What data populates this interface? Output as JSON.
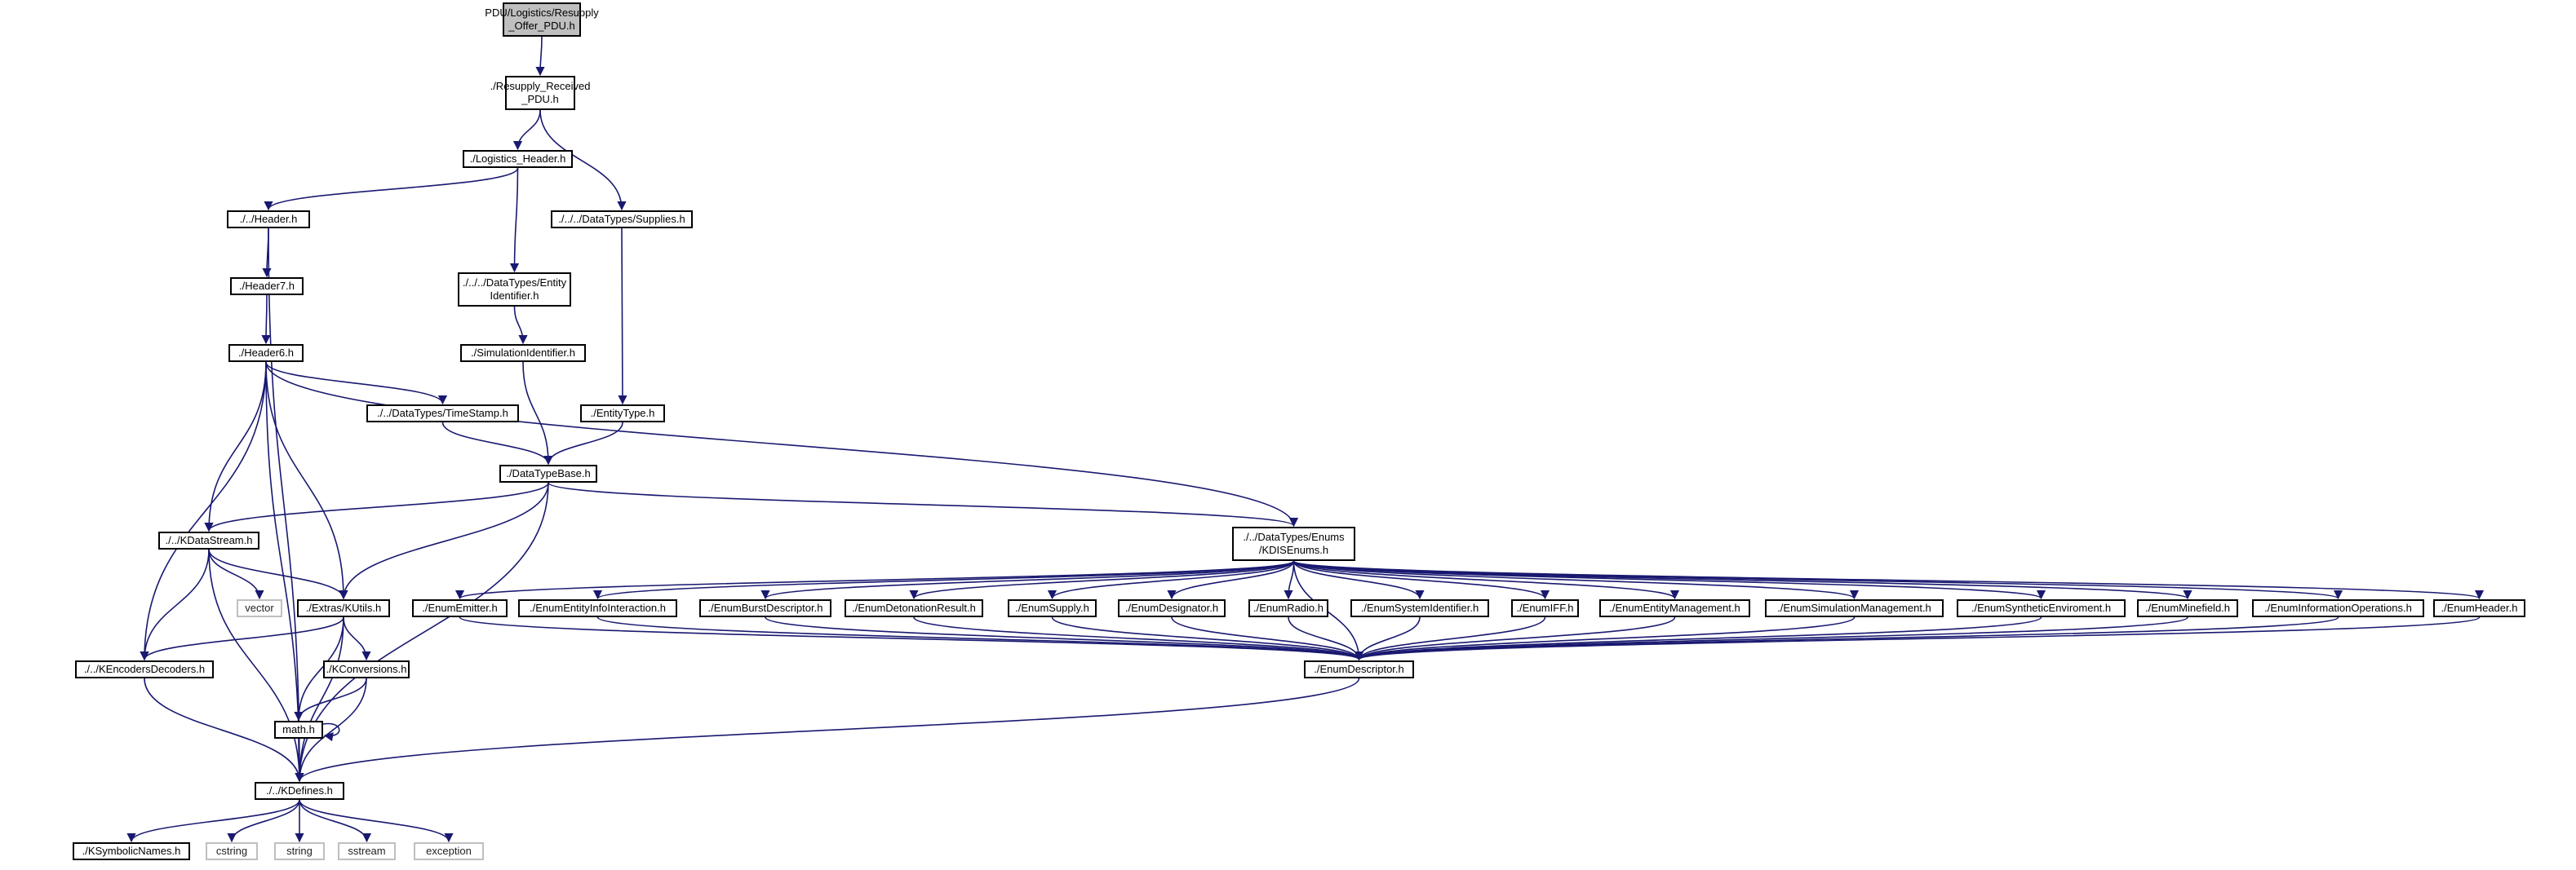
{
  "diagram": {
    "edge_color": "#191970",
    "nodes": [
      {
        "id": "n_root",
        "label": "PDU/Logistics/Resupply\n_Offer_PDU.h",
        "kind": "root"
      },
      {
        "id": "n_recv",
        "label": "./Resupply_Received\n_PDU.h",
        "kind": "file"
      },
      {
        "id": "n_loghdr",
        "label": "./Logistics_Header.h",
        "kind": "file"
      },
      {
        "id": "n_header",
        "label": "./../Header.h",
        "kind": "file"
      },
      {
        "id": "n_supplies",
        "label": "./../../DataTypes/Supplies.h",
        "kind": "file"
      },
      {
        "id": "n_header7",
        "label": "./Header7.h",
        "kind": "file"
      },
      {
        "id": "n_entityid",
        "label": "./../../DataTypes/Entity\nIdentifier.h",
        "kind": "file"
      },
      {
        "id": "n_header6",
        "label": "./Header6.h",
        "kind": "file"
      },
      {
        "id": "n_simid",
        "label": "./SimulationIdentifier.h",
        "kind": "file"
      },
      {
        "id": "n_timestamp",
        "label": "./../DataTypes/TimeStamp.h",
        "kind": "file"
      },
      {
        "id": "n_entitytype",
        "label": "./EntityType.h",
        "kind": "file"
      },
      {
        "id": "n_dtbase",
        "label": "./DataTypeBase.h",
        "kind": "file"
      },
      {
        "id": "n_kdatastream",
        "label": "./../KDataStream.h",
        "kind": "file"
      },
      {
        "id": "n_enums",
        "label": "./../DataTypes/Enums\n/KDISEnums.h",
        "kind": "file"
      },
      {
        "id": "n_vector",
        "label": "vector",
        "kind": "system"
      },
      {
        "id": "n_kutils",
        "label": "./Extras/KUtils.h",
        "kind": "file"
      },
      {
        "id": "n_enumemitter",
        "label": "./EnumEmitter.h",
        "kind": "file"
      },
      {
        "id": "n_enumeii",
        "label": "./EnumEntityInfoInteraction.h",
        "kind": "file"
      },
      {
        "id": "n_enumburst",
        "label": "./EnumBurstDescriptor.h",
        "kind": "file"
      },
      {
        "id": "n_enumdet",
        "label": "./EnumDetonationResult.h",
        "kind": "file"
      },
      {
        "id": "n_enumsupply",
        "label": "./EnumSupply.h",
        "kind": "file"
      },
      {
        "id": "n_enumdesig",
        "label": "./EnumDesignator.h",
        "kind": "file"
      },
      {
        "id": "n_enumradio",
        "label": "./EnumRadio.h",
        "kind": "file"
      },
      {
        "id": "n_enumsysid",
        "label": "./EnumSystemIdentifier.h",
        "kind": "file"
      },
      {
        "id": "n_enumiff",
        "label": "./EnumIFF.h",
        "kind": "file"
      },
      {
        "id": "n_enumentmgmt",
        "label": "./EnumEntityManagement.h",
        "kind": "file"
      },
      {
        "id": "n_enumsimmgmt",
        "label": "./EnumSimulationManagement.h",
        "kind": "file"
      },
      {
        "id": "n_enumsynth",
        "label": "./EnumSyntheticEnviroment.h",
        "kind": "file"
      },
      {
        "id": "n_enummine",
        "label": "./EnumMinefield.h",
        "kind": "file"
      },
      {
        "id": "n_enuminfo",
        "label": "./EnumInformationOperations.h",
        "kind": "file"
      },
      {
        "id": "n_enumheader",
        "label": "./EnumHeader.h",
        "kind": "file"
      },
      {
        "id": "n_kencdec",
        "label": "./../KEncodersDecoders.h",
        "kind": "file"
      },
      {
        "id": "n_kconv",
        "label": "./KConversions.h",
        "kind": "file"
      },
      {
        "id": "n_enumdesc",
        "label": "./EnumDescriptor.h",
        "kind": "file"
      },
      {
        "id": "n_math",
        "label": "math.h",
        "kind": "file"
      },
      {
        "id": "n_kdefines",
        "label": "./../KDefines.h",
        "kind": "file"
      },
      {
        "id": "n_ksym",
        "label": "./KSymbolicNames.h",
        "kind": "file"
      },
      {
        "id": "n_cstring",
        "label": "cstring",
        "kind": "system"
      },
      {
        "id": "n_string",
        "label": "string",
        "kind": "system"
      },
      {
        "id": "n_sstream",
        "label": "sstream",
        "kind": "system"
      },
      {
        "id": "n_exception",
        "label": "exception",
        "kind": "system"
      }
    ],
    "edges": [
      [
        "n_root",
        "n_recv"
      ],
      [
        "n_recv",
        "n_loghdr"
      ],
      [
        "n_recv",
        "n_supplies"
      ],
      [
        "n_loghdr",
        "n_header"
      ],
      [
        "n_loghdr",
        "n_entityid"
      ],
      [
        "n_header",
        "n_header7"
      ],
      [
        "n_header",
        "n_kdefines"
      ],
      [
        "n_header7",
        "n_header6"
      ],
      [
        "n_entityid",
        "n_simid"
      ],
      [
        "n_simid",
        "n_dtbase"
      ],
      [
        "n_supplies",
        "n_entitytype"
      ],
      [
        "n_entitytype",
        "n_dtbase"
      ],
      [
        "n_header6",
        "n_timestamp"
      ],
      [
        "n_header6",
        "n_kdatastream"
      ],
      [
        "n_header6",
        "n_kutils"
      ],
      [
        "n_header6",
        "n_kencdec"
      ],
      [
        "n_header6",
        "n_kdefines"
      ],
      [
        "n_header6",
        "n_enums"
      ],
      [
        "n_timestamp",
        "n_dtbase"
      ],
      [
        "n_dtbase",
        "n_kdatastream"
      ],
      [
        "n_dtbase",
        "n_kutils"
      ],
      [
        "n_dtbase",
        "n_enums"
      ],
      [
        "n_dtbase",
        "n_kdefines"
      ],
      [
        "n_kdatastream",
        "n_vector"
      ],
      [
        "n_kdatastream",
        "n_kutils"
      ],
      [
        "n_kdatastream",
        "n_kencdec"
      ],
      [
        "n_kdatastream",
        "n_kdefines"
      ],
      [
        "n_kutils",
        "n_kencdec"
      ],
      [
        "n_kutils",
        "n_kconv"
      ],
      [
        "n_kutils",
        "n_math"
      ],
      [
        "n_kutils",
        "n_kdefines"
      ],
      [
        "n_kconv",
        "n_math"
      ],
      [
        "n_kconv",
        "n_kdefines"
      ],
      [
        "n_math",
        "n_math"
      ],
      [
        "n_math",
        "n_kdefines"
      ],
      [
        "n_kencdec",
        "n_kdefines"
      ],
      [
        "n_enums",
        "n_enumemitter"
      ],
      [
        "n_enums",
        "n_enumeii"
      ],
      [
        "n_enums",
        "n_enumburst"
      ],
      [
        "n_enums",
        "n_enumdet"
      ],
      [
        "n_enums",
        "n_enumsupply"
      ],
      [
        "n_enums",
        "n_enumdesig"
      ],
      [
        "n_enums",
        "n_enumradio"
      ],
      [
        "n_enums",
        "n_enumsysid"
      ],
      [
        "n_enums",
        "n_enumiff"
      ],
      [
        "n_enums",
        "n_enumentmgmt"
      ],
      [
        "n_enums",
        "n_enumsimmgmt"
      ],
      [
        "n_enums",
        "n_enumsynth"
      ],
      [
        "n_enums",
        "n_enummine"
      ],
      [
        "n_enums",
        "n_enuminfo"
      ],
      [
        "n_enums",
        "n_enumheader"
      ],
      [
        "n_enums",
        "n_enumdesc"
      ],
      [
        "n_enumemitter",
        "n_enumdesc"
      ],
      [
        "n_enumeii",
        "n_enumdesc"
      ],
      [
        "n_enumburst",
        "n_enumdesc"
      ],
      [
        "n_enumdet",
        "n_enumdesc"
      ],
      [
        "n_enumsupply",
        "n_enumdesc"
      ],
      [
        "n_enumdesig",
        "n_enumdesc"
      ],
      [
        "n_enumradio",
        "n_enumdesc"
      ],
      [
        "n_enumsysid",
        "n_enumdesc"
      ],
      [
        "n_enumiff",
        "n_enumdesc"
      ],
      [
        "n_enumentmgmt",
        "n_enumdesc"
      ],
      [
        "n_enumsimmgmt",
        "n_enumdesc"
      ],
      [
        "n_enumsynth",
        "n_enumdesc"
      ],
      [
        "n_enummine",
        "n_enumdesc"
      ],
      [
        "n_enuminfo",
        "n_enumdesc"
      ],
      [
        "n_enumheader",
        "n_enumdesc"
      ],
      [
        "n_enumdesc",
        "n_kdefines"
      ],
      [
        "n_kdefines",
        "n_ksym"
      ],
      [
        "n_kdefines",
        "n_cstring"
      ],
      [
        "n_kdefines",
        "n_string"
      ],
      [
        "n_kdefines",
        "n_sstream"
      ],
      [
        "n_kdefines",
        "n_exception"
      ]
    ]
  }
}
